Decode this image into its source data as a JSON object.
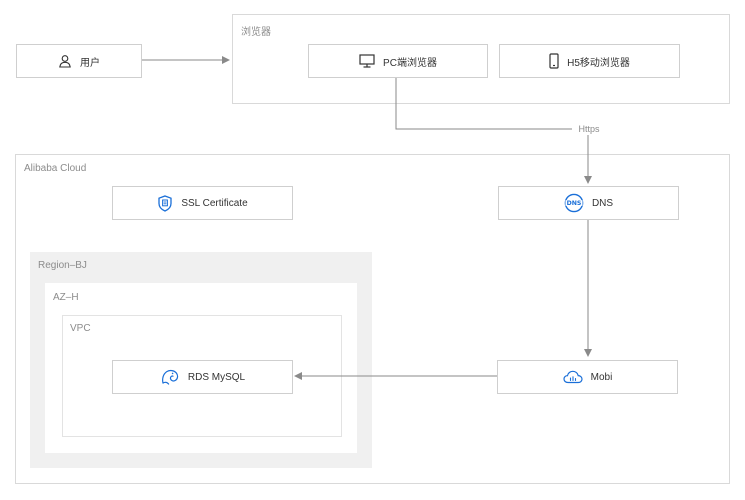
{
  "groups": {
    "browser": "浏览器",
    "alibaba_cloud": "Alibaba Cloud",
    "region": "Region–BJ",
    "az": "AZ–H",
    "vpc": "VPC"
  },
  "nodes": {
    "user": {
      "label": "用户",
      "icon": "user-icon"
    },
    "pc_browser": {
      "label": "PC端浏览器",
      "icon": "monitor-icon"
    },
    "h5_browser": {
      "label": "H5移动浏览器",
      "icon": "mobile-phone-icon"
    },
    "ssl": {
      "label": "SSL Certificate",
      "icon": "ssl-certificate-icon"
    },
    "dns": {
      "label": "DNS",
      "icon": "dns-icon"
    },
    "rds": {
      "label": "RDS MySQL",
      "icon": "rds-mysql-icon"
    },
    "mobi": {
      "label": "Mobi",
      "icon": "cloud-app-icon"
    }
  },
  "edges": {
    "https_label": "Https"
  },
  "colors": {
    "accent": "#1a6fd8",
    "line": "#8a8a8a",
    "region_bg": "#f0f0f0",
    "border": "#d9d9d9"
  }
}
